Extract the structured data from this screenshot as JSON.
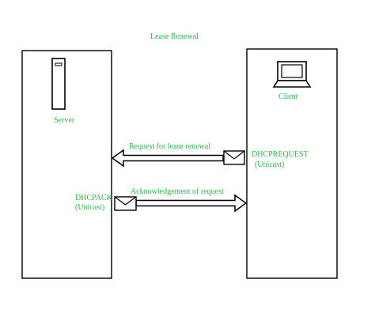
{
  "diagram": {
    "title": "Lease Renewal",
    "colors": {
      "label": "#2fb34a",
      "stroke": "#000000",
      "background": "#ffffff"
    },
    "server": {
      "label": "Server",
      "icon": "server-tower-icon"
    },
    "client": {
      "label": "Client",
      "icon": "laptop-icon"
    },
    "messages": [
      {
        "description": "Request for lease renewal",
        "packet_line1": "DHCPREQUEST",
        "packet_line2": "(Unicast)",
        "direction": "client-to-server",
        "icon": "envelope-icon"
      },
      {
        "description": "Acknowledgement of request",
        "packet_line1": "DHCPACK",
        "packet_line2": "(Unicast)",
        "direction": "server-to-client",
        "icon": "envelope-icon"
      }
    ]
  }
}
